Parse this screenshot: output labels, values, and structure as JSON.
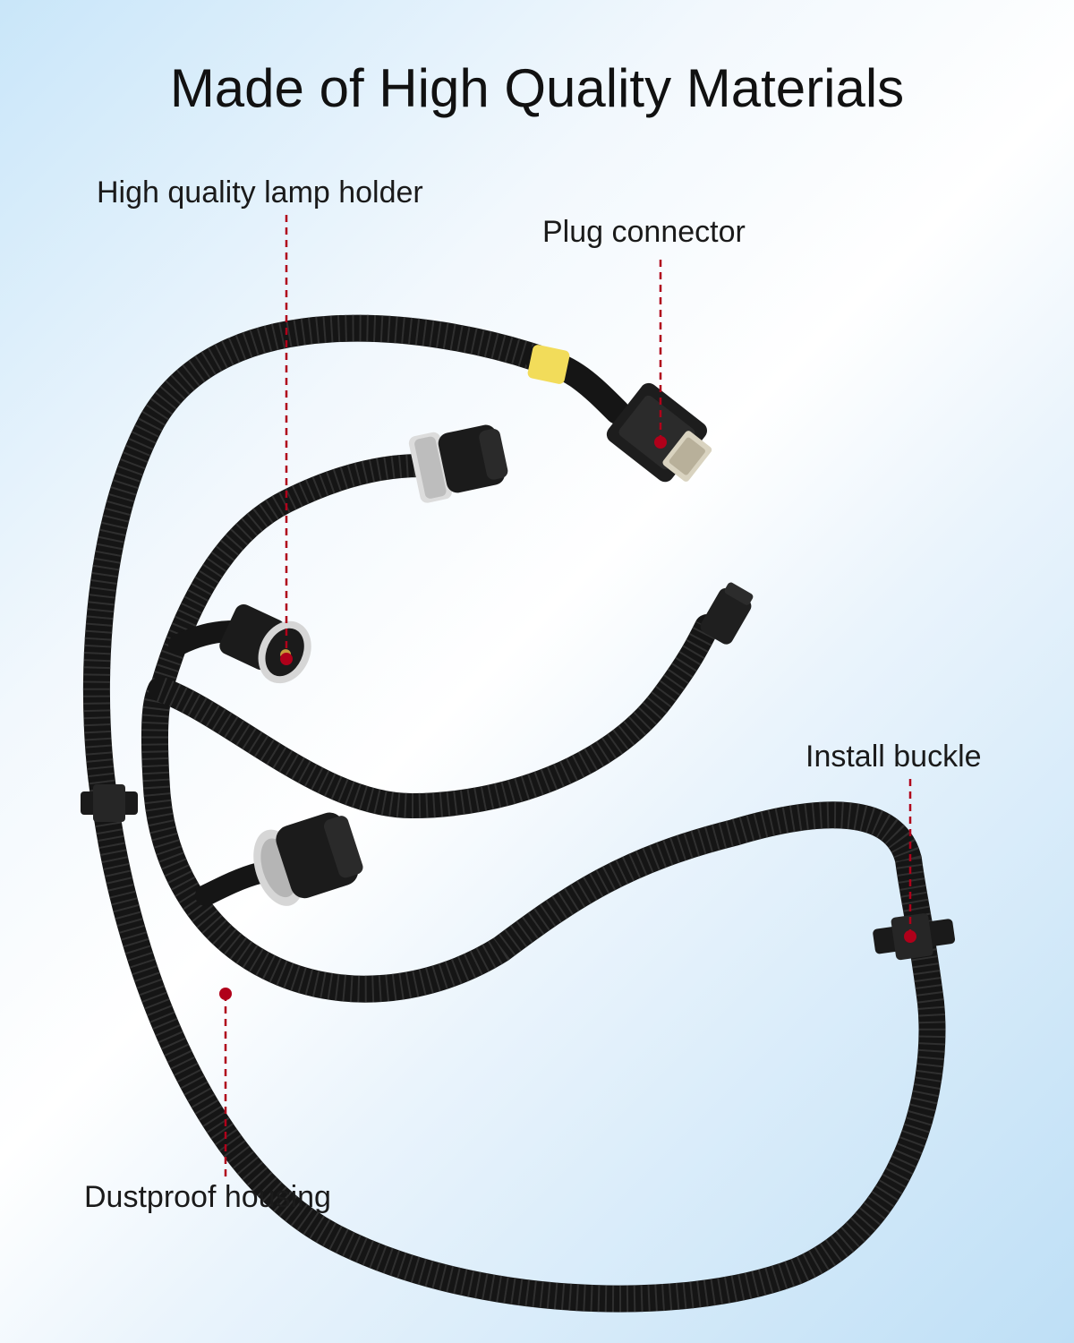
{
  "title": "Made of High Quality Materials",
  "callouts": {
    "lamp_holder": "High quality lamp holder",
    "plug_connector": "Plug connector",
    "install_buckle": "Install buckle",
    "dustproof_housing": "Dustproof housing"
  },
  "colors": {
    "cable": "#151515",
    "leader_line": "#b0001a",
    "tape": "#f2dc5a",
    "background_accent": "#bfe0f6"
  }
}
